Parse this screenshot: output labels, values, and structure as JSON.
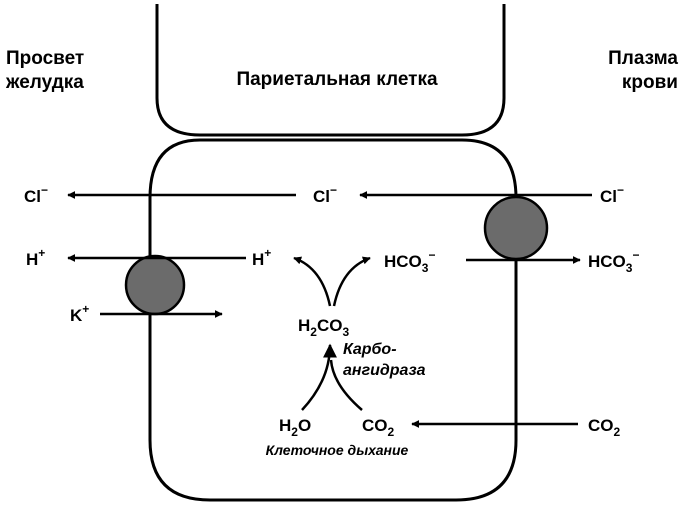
{
  "headers": {
    "lumen": [
      "Просвет",
      "желудка"
    ],
    "cell": "Париетальная клетка",
    "plasma": [
      "Плазма",
      "крови"
    ]
  },
  "ions": {
    "cl_lumen": {
      "base": "Cl",
      "sup": "−"
    },
    "cl_cell": {
      "base": "Cl",
      "sup": "−"
    },
    "cl_plasma": {
      "base": "Cl",
      "sup": "−"
    },
    "h_lumen": {
      "base": "H",
      "sup": "+"
    },
    "h_cell": {
      "base": "H",
      "sup": "+"
    },
    "hco3_cell": {
      "base": "HCO",
      "sub": "3",
      "sup": "−"
    },
    "hco3_plasma": {
      "base": "HCO",
      "sub": "3",
      "sup": "−"
    },
    "k_lumen": {
      "base": "K",
      "sup": "+"
    },
    "h2co3": {
      "a": "H",
      "sub1": "2",
      "b": "CO",
      "sub2": "3"
    },
    "h2o": {
      "a": "H",
      "sub": "2",
      "b": "O"
    },
    "co2_cell": {
      "a": "CO",
      "sub": "2"
    },
    "co2_plasma": {
      "a": "CO",
      "sub": "2"
    }
  },
  "enzyme": [
    "Карбо-",
    "ангидраза"
  ],
  "respiration": "Клеточное дыхание",
  "colors": {
    "line": "#000000",
    "transporter": "#6b6b6b"
  }
}
